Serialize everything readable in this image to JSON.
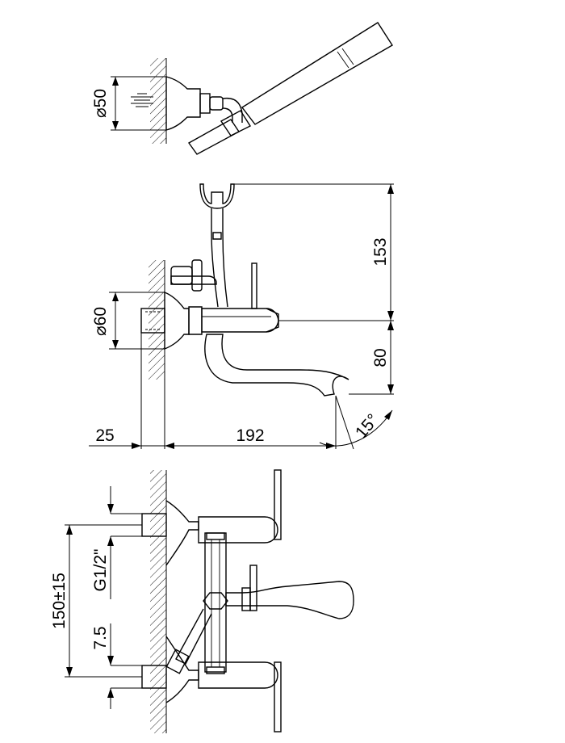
{
  "labels": {
    "hose_flange_dia": "⌀50",
    "flange_dia": "⌀60",
    "height_153": "153",
    "height_80": "80",
    "depth_25": "25",
    "length_192": "192",
    "angle_15": "15°",
    "thread": "G1/2\"",
    "centers": "150±15",
    "offset": "7.5"
  }
}
